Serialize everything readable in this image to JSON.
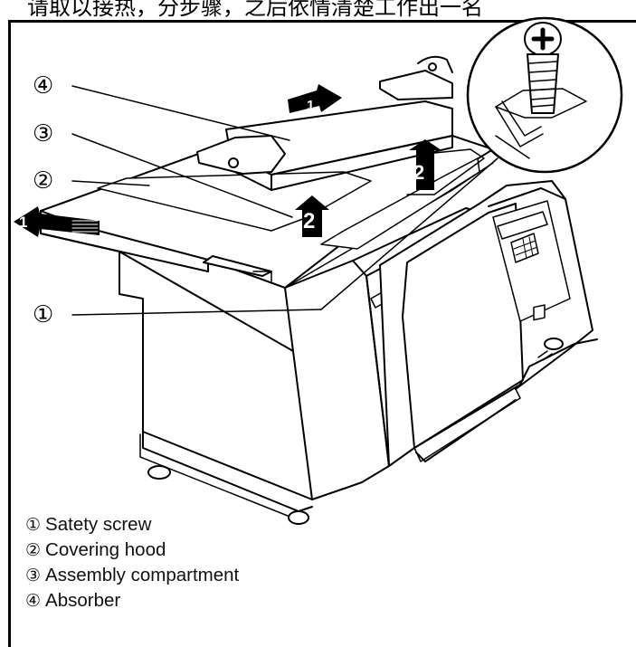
{
  "header_text": "请取以接热，分步骤，之后依情清楚工作出一名",
  "callouts": {
    "absorber": "④",
    "compartment": "③",
    "hood": "②",
    "screw": "①"
  },
  "arrows": {
    "top_left": "1",
    "left": "1",
    "up_right": "2",
    "up_center": "2"
  },
  "legend": [
    {
      "num": "①",
      "text": "Satety screw"
    },
    {
      "num": "②",
      "text": "Covering hood"
    },
    {
      "num": "③",
      "text": "Assembly compartment"
    },
    {
      "num": "④",
      "text": "Absorber"
    }
  ]
}
